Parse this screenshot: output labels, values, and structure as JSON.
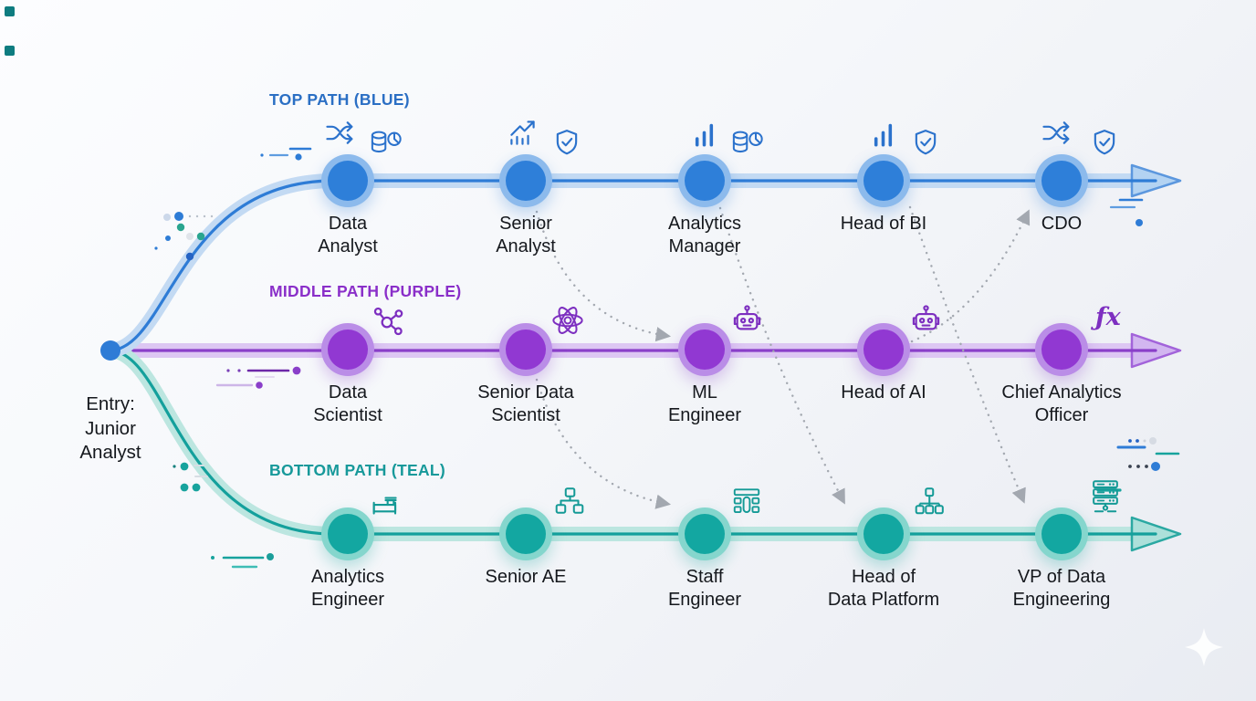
{
  "entry": {
    "label": "Entry:\nJunior\nAnalyst"
  },
  "paths": [
    {
      "name": "top",
      "label": "TOP PATH (BLUE)",
      "color": "#2e7cd6",
      "nodes": [
        {
          "label": "Data\nAnalyst",
          "icons": [
            "shuffle-arrows-icon",
            "database-pie-icon"
          ]
        },
        {
          "label": "Senior\nAnalyst",
          "icons": [
            "chart-growth-icon",
            "shield-check-icon"
          ]
        },
        {
          "label": "Analytics\nManager",
          "icons": [
            "bar-chart-icon",
            "database-pie-icon"
          ]
        },
        {
          "label": "Head of BI",
          "icons": [
            "bar-chart-icon",
            "shield-check-icon"
          ]
        },
        {
          "label": "CDO",
          "icons": [
            "shuffle-arrows-icon",
            "shield-check-icon"
          ]
        }
      ]
    },
    {
      "name": "middle",
      "label": "MIDDLE PATH (PURPLE)",
      "color": "#8a3fc9",
      "nodes": [
        {
          "label": "Data\nScientist",
          "icons": [
            "molecule-icon"
          ]
        },
        {
          "label": "Senior Data\nScientist",
          "icons": [
            "atom-icon"
          ]
        },
        {
          "label": "ML\nEngineer",
          "icons": [
            "robot-icon"
          ]
        },
        {
          "label": "Head of AI",
          "icons": [
            "robot-icon"
          ]
        },
        {
          "label": "Chief Analytics\nOfficer",
          "icons": [
            "function-fx-icon"
          ]
        }
      ]
    },
    {
      "name": "bottom",
      "label": "BOTTOM PATH (TEAL)",
      "color": "#14a09c",
      "nodes": [
        {
          "label": "Analytics\nEngineer",
          "icons": [
            "pipeline-icon"
          ]
        },
        {
          "label": "Senior AE",
          "icons": [
            "sitemap-icon"
          ]
        },
        {
          "label": "Staff\nEngineer",
          "icons": [
            "data-table-icon"
          ]
        },
        {
          "label": "Head of\nData Platform",
          "icons": [
            "hierarchy-icon"
          ]
        },
        {
          "label": "VP of Data\nEngineering",
          "icons": [
            "server-rack-icon"
          ]
        }
      ]
    }
  ],
  "cross_links": [
    {
      "from": "Senior Analyst",
      "to": "ML Engineer"
    },
    {
      "from": "Analytics Manager",
      "to": "Head of Data Platform"
    },
    {
      "from": "Senior Data Scientist",
      "to": "Staff Engineer"
    },
    {
      "from": "Head of AI",
      "to": "CDO"
    },
    {
      "from": "Head of BI",
      "to": "VP of Data Engineering"
    }
  ],
  "glyphs": {
    "fx": "ƒx"
  },
  "colors": {
    "blue": "#2e7cd6",
    "purple": "#8a3fc9",
    "teal": "#14a09c",
    "cross_link_gray": "#a3a8b0"
  }
}
